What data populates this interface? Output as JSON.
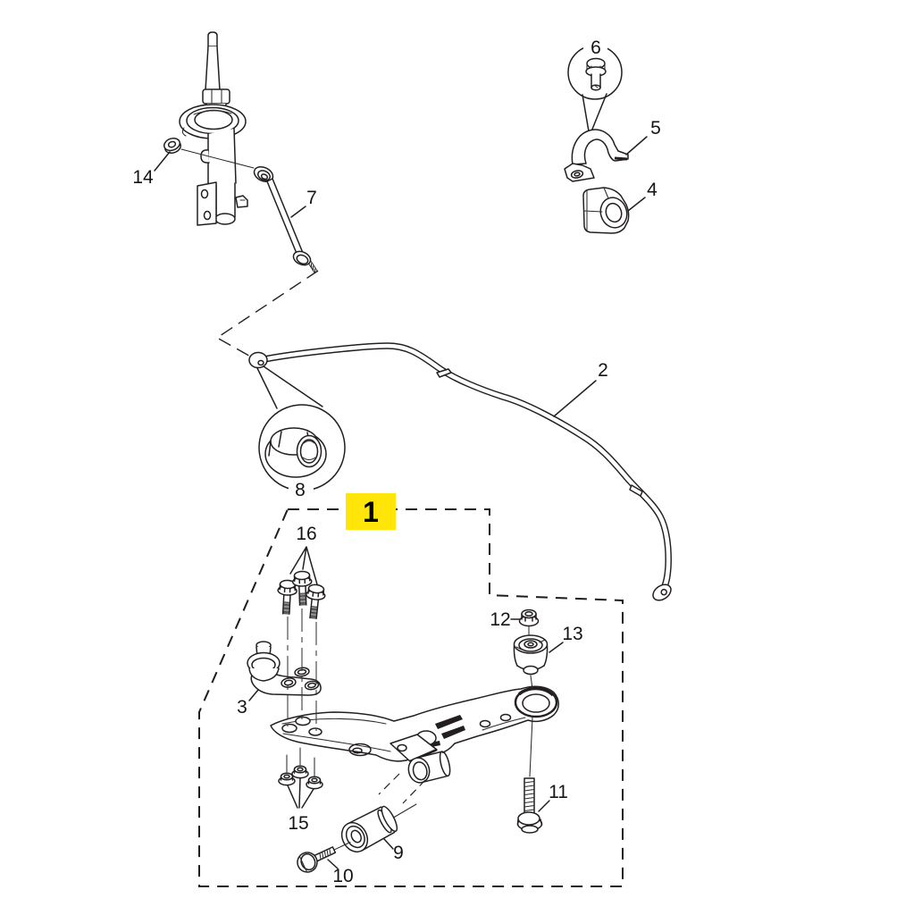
{
  "figure": {
    "background": "#ffffff",
    "line_color": "#231f20",
    "highlight_color": "#ffe608",
    "highlighted_callout": "1"
  },
  "callouts": {
    "c1": "1",
    "c2": "2",
    "c3": "3",
    "c4": "4",
    "c5": "5",
    "c6": "6",
    "c7": "7",
    "c8": "8",
    "c9": "9",
    "c10": "10",
    "c11": "11",
    "c12": "12",
    "c13": "13",
    "c14": "14",
    "c15": "15",
    "c16": "16"
  },
  "figures": {
    "1": "lower-control-arm-assembly",
    "2": "stabilizer-bar",
    "3": "ball-joint",
    "4": "stabilizer-bar-bushing",
    "5": "stabilizer-bar-clamp",
    "6": "clamp-bolt",
    "7": "stabilizer-link",
    "8": "link-nut",
    "9": "front-bushing",
    "10": "front-bolt",
    "11": "rear-bolt",
    "12": "rear-nut",
    "13": "rear-bushing",
    "14": "link-mount-nut",
    "15": "mounting-nuts",
    "16": "mounting-bolts"
  }
}
